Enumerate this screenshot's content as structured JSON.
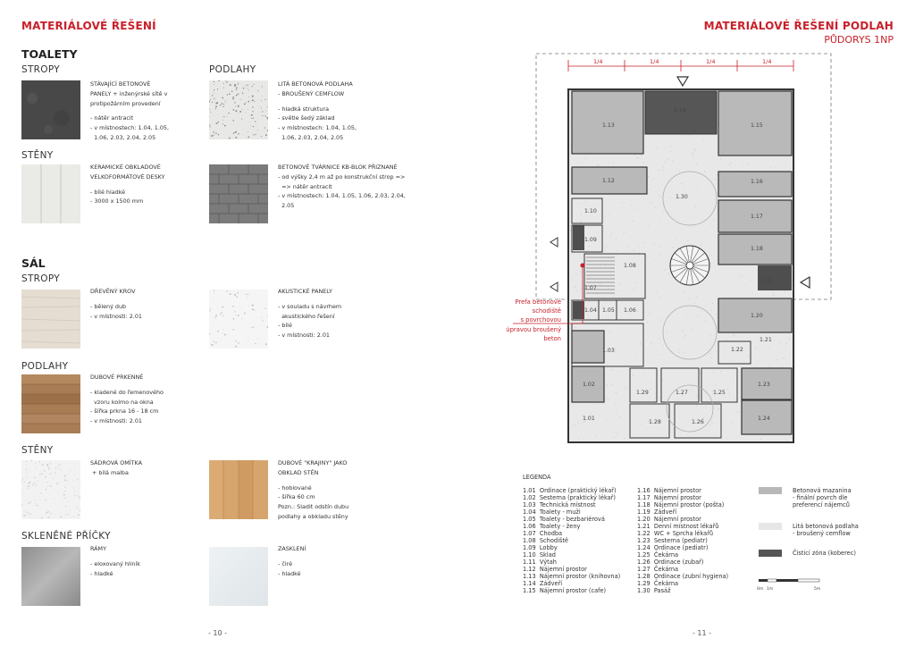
{
  "left": {
    "header": "MATERIÁLOVÉ ŘEŠENÍ",
    "toalety": {
      "heading": "TOALETY",
      "stropy": {
        "heading": "STROPY",
        "lines": [
          "STÁVAJÍCÍ BETONOVÉ",
          "PANELY + inženýrské sítě v",
          "protipožárním provedení",
          "",
          "- nátěr antracit",
          "- v místnostech: 1.04, 1.05,",
          "  1.06, 2.03, 2.04, 2.05"
        ]
      },
      "podlahy": {
        "heading": "PODLAHY",
        "lines": [
          "LITÁ BETONOVÁ PODLAHA",
          "- BROUŠENÝ CEMFLOW",
          "",
          "- hladká struktura",
          "- světle šedý základ",
          "- v místnostech: 1.04, 1.05,",
          "  1.06, 2.03, 2.04, 2.05"
        ]
      },
      "steny": {
        "heading": "STĚNY",
        "lines": [
          "KERAMICKÉ OBKLADOVÉ",
          "VELKOFORMÁTOVÉ DESKY",
          "",
          "- bílé hladké",
          "- 3000 x 1500 mm"
        ]
      },
      "tvarnice": {
        "lines": [
          "BETONOVÉ TVÁRNICE KB-BLOK PŘIZNANÉ",
          "- od výšky 2,4 m až po konstrukční strop =>",
          "  => nátěr antracit",
          "- v místnostech: 1.04, 1.05, 1.06, 2.03, 2.04,",
          "  2.05"
        ]
      }
    },
    "sal": {
      "heading": "SÁL",
      "stropy": {
        "heading": "STROPY",
        "lines": [
          "DŘEVĚNÝ KROV",
          "",
          "- bělený dub",
          "- v místnosti: 2.01"
        ]
      },
      "akusticke": {
        "lines": [
          "AKUSTICKÉ PANELY",
          "",
          "- v souladu s návrhem",
          "  akustického řešení",
          "- bílé",
          "- v místnosti: 2.01"
        ]
      },
      "podlahy": {
        "heading": "PODLAHY",
        "lines": [
          "DUBOVÉ PRKENNÉ",
          "",
          "- kladené do řemenového",
          "  vzoru kolmo na okna",
          "- šířka prkna 16 - 18 cm",
          "- v místnosti: 2.01"
        ]
      },
      "steny": {
        "heading": "STĚNY",
        "lines": [
          "SÁDROVÁ OMÍTKA",
          " + bílá malba"
        ]
      },
      "krajiny": {
        "lines": [
          "DUBOVÉ \"KRAJINY\" JAKO",
          "OBKLAD STĚN",
          "",
          "- hoblované",
          "- šířka 60 cm",
          "Pozn.: Sladit odstín dubu",
          "podlahy a obkladu stěny"
        ]
      }
    },
    "sklenene": {
      "heading": "SKLENĚNÉ PŘÍČKY",
      "ramy": {
        "lines": [
          "RÁMY",
          "",
          "- eloxovaný hliník",
          "- hladké"
        ]
      },
      "zaskleni": {
        "lines": [
          "ZASKLENÍ",
          "",
          "- čiré",
          "- hladké"
        ]
      }
    },
    "page_number": "- 10 -"
  },
  "right": {
    "header": "MATERIÁLOVÉ ŘEŠENÍ PODLAH",
    "subheader": "PŮDORYS 1NP",
    "dims": [
      "1/4",
      "1/4",
      "1/4",
      "1/4"
    ],
    "note": [
      "Prefa betonové",
      "schodiště",
      "s povrchovou",
      "úpravou broušený",
      "beton"
    ],
    "rooms": [
      "1.13",
      "1.14",
      "1.15",
      "1.12",
      "1.30",
      "1.16",
      "1.10",
      "1.17",
      "1.09",
      "1.18",
      "1.08",
      "1.19",
      "1.07",
      "1.04",
      "1.05",
      "1.06",
      "1.20",
      "1.03",
      "1.21",
      "1.22",
      "1.02",
      "1.29",
      "1.27",
      "1.25",
      "1.23",
      "1.01",
      "1.28",
      "1.26",
      "1.24"
    ],
    "legend_title": "LEGENDA",
    "legend_col1": [
      "1.01  Ordinace (praktický lékař)",
      "1.02  Sesterna (praktický lékař)",
      "1.03  Technická místnost",
      "1.04  Toalety - muži",
      "1.05  Toalety - bezbariérová",
      "1.06  Toalety - ženy",
      "1.07  Chodba",
      "1.08  Schodiště",
      "1.09  Lobby",
      "1.10  Sklad",
      "1.11  Výtah",
      "1.12  Nájemní prostor",
      "1.13  Nájemní prostor (knihovna)",
      "1.14  Zádveří",
      "1.15  Nájemní prostor (cafe)"
    ],
    "legend_col2": [
      "1.16  Nájemní prostor",
      "1.17  Nájemní prostor",
      "1.18  Nájemní prostor (pošta)",
      "1.19  Zádveří",
      "1.20  Nájemní prostor",
      "1.21  Denní místnost lékařů",
      "1.22  WC + Sprcha lékařů",
      "1.23  Sesterna (pediatr)",
      "1.24  Ordinace (pediatr)",
      "1.25  Čekárna",
      "1.26  Ordinace (zubař)",
      "1.27  Čekárna",
      "1.28  Ordinace (zubní hygiena)",
      "1.29  Čekárna",
      "1.30  Pasáž"
    ],
    "legend_materials": [
      {
        "lines": [
          "Betonová mazanina",
          "- finální povrch dle",
          "preferencí nájemců"
        ],
        "color": "#b8b8b8"
      },
      {
        "lines": [
          "Litá betonová podlaha",
          "- broušený cemflow"
        ],
        "color": "#e6e6e6"
      },
      {
        "lines": [
          "Čisticí zóna (koberec)"
        ],
        "color": "#555555"
      }
    ],
    "scale": [
      "0m",
      "1m",
      "5m"
    ],
    "page_number": "- 11 -"
  }
}
